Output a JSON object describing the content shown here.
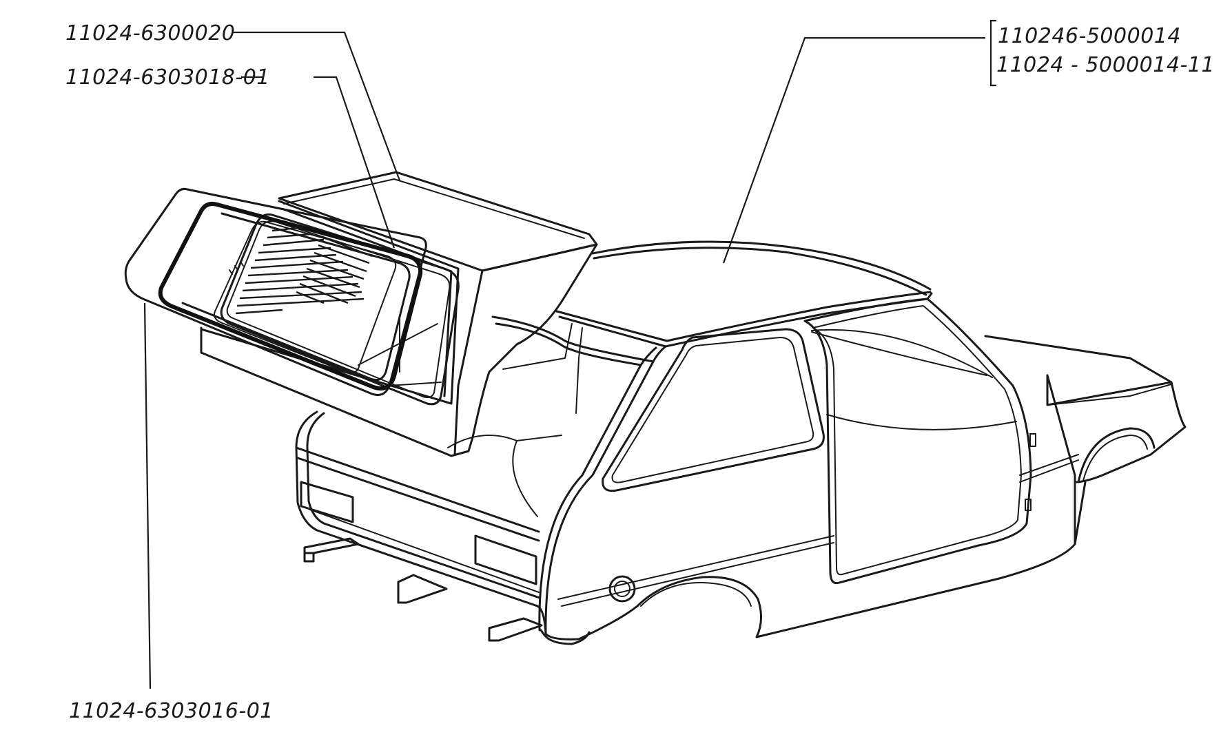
{
  "callouts": {
    "tailgate": "11024-6300020",
    "rear_glass_seal": "11024-6303018-01",
    "rear_glass": "11024-6303016-01",
    "body_variant_1": "110246-5000014",
    "body_variant_2": "11024 - 5000014-11"
  }
}
